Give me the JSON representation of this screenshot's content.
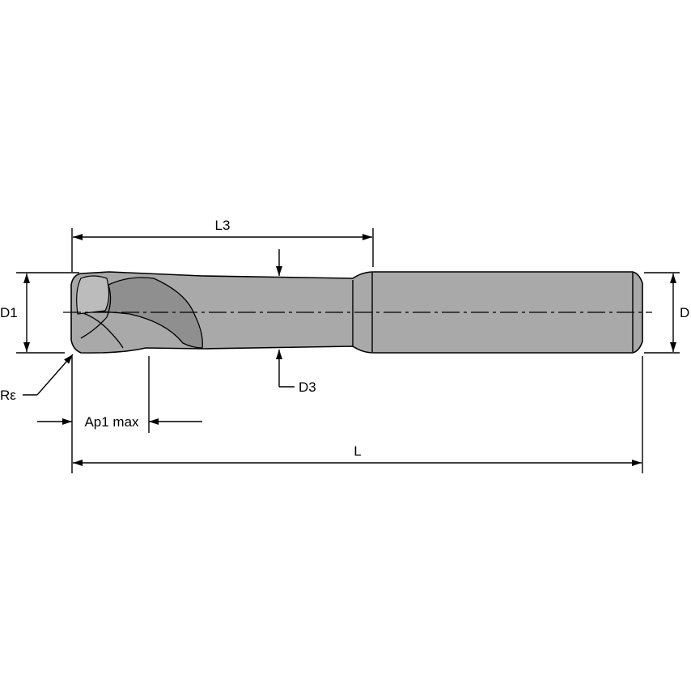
{
  "labels": {
    "l3": "L3",
    "d1": "D1",
    "d": "D",
    "d3": "D3",
    "re": "Rε",
    "ap1max": "Ap1 max",
    "l": "L"
  },
  "colors": {
    "tool_body": "#a9a9a9",
    "line": "#000000",
    "background": "#ffffff"
  }
}
